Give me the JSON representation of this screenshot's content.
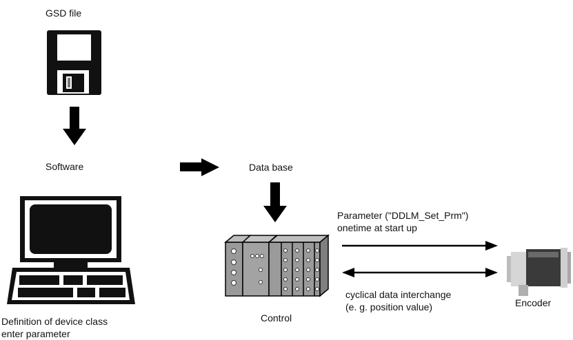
{
  "labels": {
    "gsd_file": "GSD file",
    "software": "Software",
    "data_base": "Data base",
    "definition_line1": "Definition of device class",
    "definition_line2": "enter parameter",
    "control": "Control",
    "encoder": "Encoder",
    "parameter_line1": "Parameter (\"DDLM_Set_Prm\")",
    "parameter_line2": "onetime at start up",
    "cyclical_line1": "cyclical data interchange",
    "cyclical_line2": "(e. g. position value)"
  },
  "icons": {
    "floppy": "floppy-disk-icon",
    "computer": "computer-icon",
    "plc": "plc-control-icon",
    "encoder": "rotary-encoder-icon"
  },
  "colors": {
    "stroke": "#000000",
    "plc_gray": "#9a9a9a",
    "encoder_body": "#3a3a3a",
    "encoder_metal": "#cfcfcf"
  }
}
